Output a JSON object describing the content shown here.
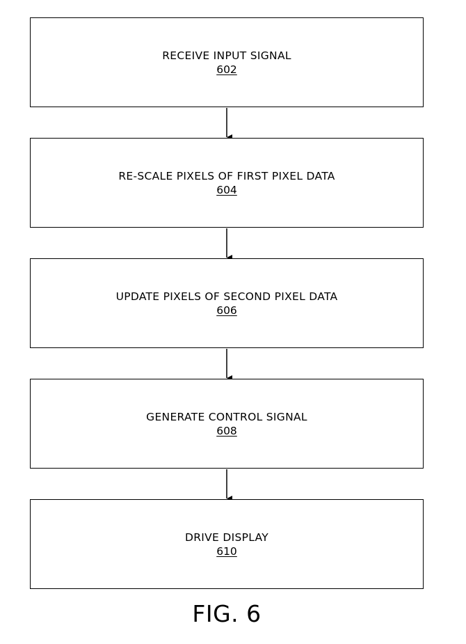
{
  "flowchart": {
    "steps": [
      {
        "label": "RECEIVE INPUT SIGNAL",
        "ref": "602"
      },
      {
        "label": "RE-SCALE PIXELS OF FIRST PIXEL DATA",
        "ref": "604"
      },
      {
        "label": "UPDATE PIXELS OF SECOND PIXEL DATA",
        "ref": "606"
      },
      {
        "label": "GENERATE CONTROL SIGNAL",
        "ref": "608"
      },
      {
        "label": "DRIVE DISPLAY",
        "ref": "610"
      }
    ],
    "caption": "FIG. 6"
  },
  "colors": {
    "line": "#000000",
    "background": "#ffffff"
  }
}
